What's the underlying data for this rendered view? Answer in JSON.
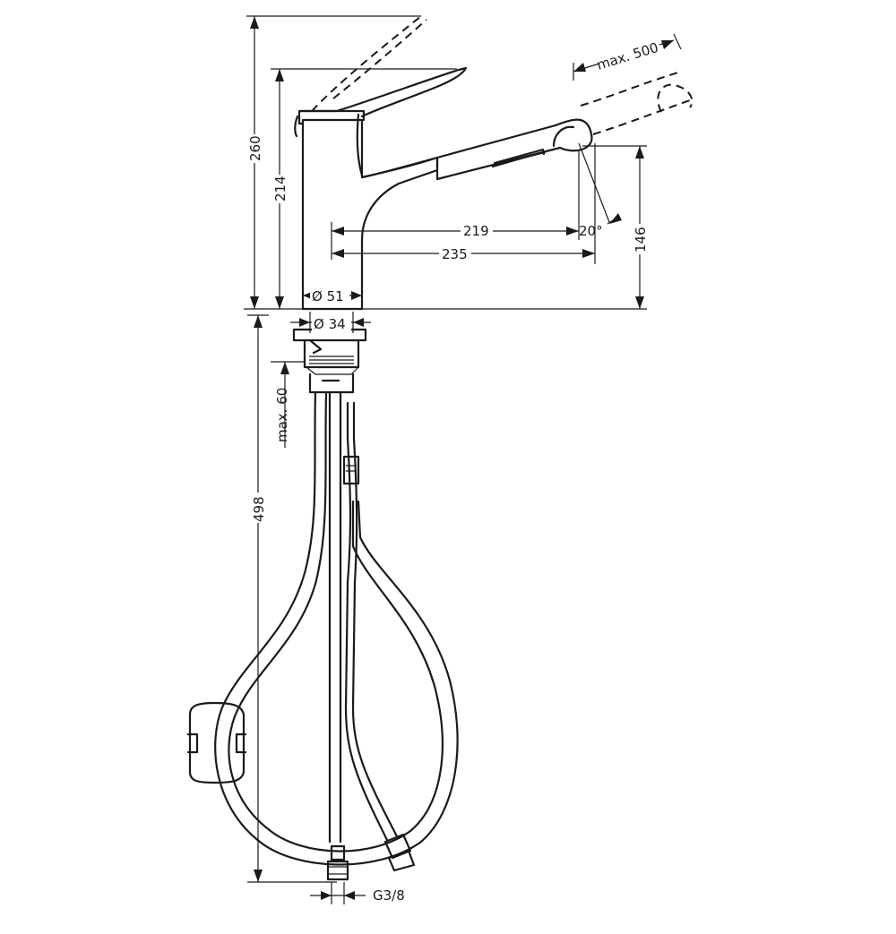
{
  "dimensions": {
    "total_height": "260",
    "spout_height": "214",
    "reach_219": "219",
    "reach_235": "235",
    "outlet_height": "146",
    "pullout": "max. 500",
    "angle": "20°",
    "body_diameter": "Ø 51",
    "shank_diameter": "Ø 34",
    "max_counter": "max. 60",
    "hose_length": "498",
    "connection": "G3/8"
  },
  "colors": {
    "line": "#1a1a1a",
    "background": "#ffffff"
  }
}
